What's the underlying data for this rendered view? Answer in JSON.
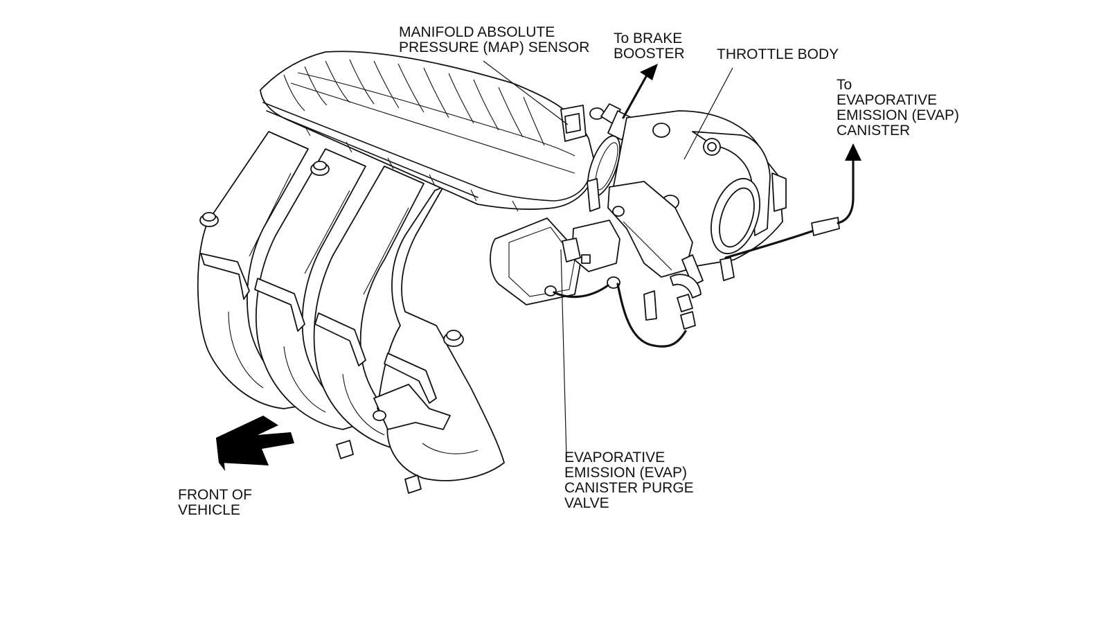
{
  "labels": {
    "map_sensor": [
      "MANIFOLD ABSOLUTE",
      "PRESSURE (MAP) SENSOR"
    ],
    "brake_booster": [
      "To BRAKE",
      "BOOSTER"
    ],
    "throttle_body": [
      "THROTTLE BODY"
    ],
    "evap_canister": [
      "To",
      "EVAPORATIVE",
      "EMISSION (EVAP)",
      "CANISTER"
    ],
    "purge_valve": [
      "EVAPORATIVE",
      "EMISSION (EVAP)",
      "CANISTER PURGE",
      "VALVE"
    ],
    "front_of_vehicle": [
      "FRONT OF",
      "VEHICLE"
    ]
  },
  "colors": {
    "line": "#111111",
    "background": "#ffffff",
    "arrow_fill": "#000000"
  }
}
